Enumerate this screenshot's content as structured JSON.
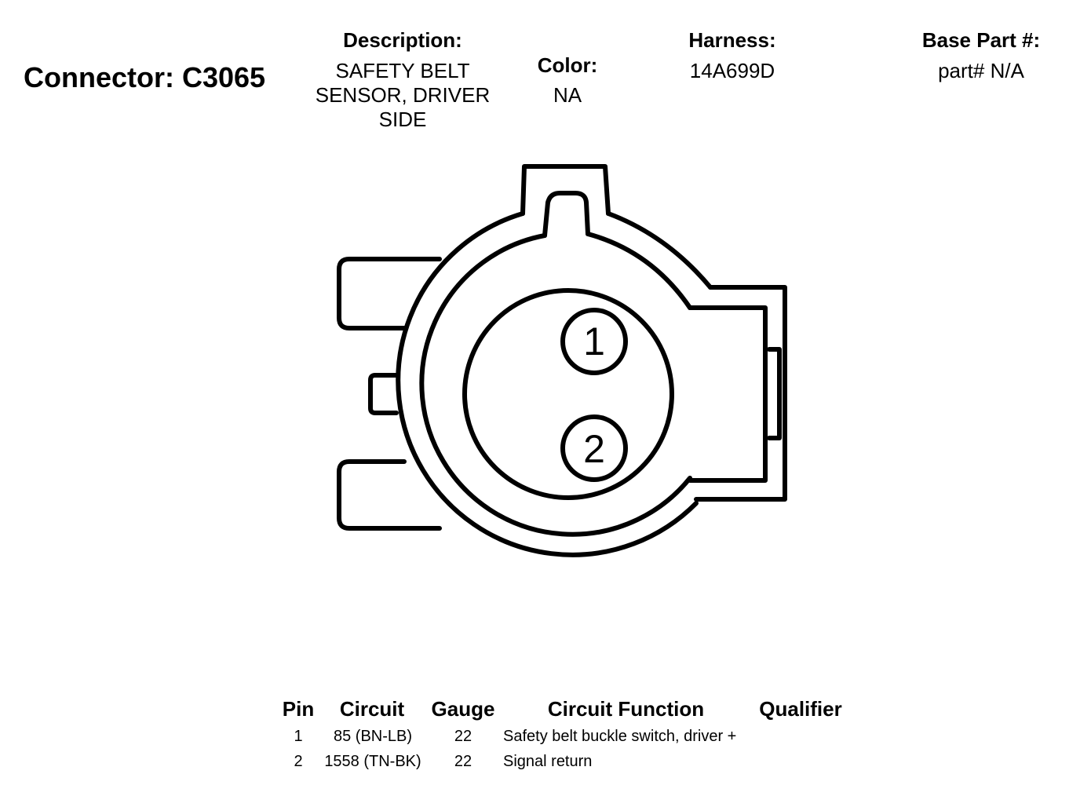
{
  "connector": {
    "title": "Connector: C3065"
  },
  "description": {
    "label": "Description:",
    "lines": [
      "SAFETY BELT",
      "SENSOR, DRIVER",
      "SIDE"
    ]
  },
  "color": {
    "label": "Color:",
    "value": "NA"
  },
  "harness": {
    "label": "Harness:",
    "value": "14A699D"
  },
  "base_part": {
    "label": "Base Part #:",
    "value": "part# N/A"
  },
  "pins": [
    "1",
    "2"
  ],
  "table": {
    "headers": {
      "pin": "Pin",
      "circuit": "Circuit",
      "gauge": "Gauge",
      "function": "Circuit Function",
      "qualifier": "Qualifier"
    },
    "rows": [
      {
        "pin": "1",
        "circuit": "85 (BN-LB)",
        "gauge": "22",
        "function": "Safety belt buckle switch, driver +",
        "qualifier": ""
      },
      {
        "pin": "2",
        "circuit": "1558 (TN-BK)",
        "gauge": "22",
        "function": "Signal return",
        "qualifier": ""
      }
    ]
  }
}
